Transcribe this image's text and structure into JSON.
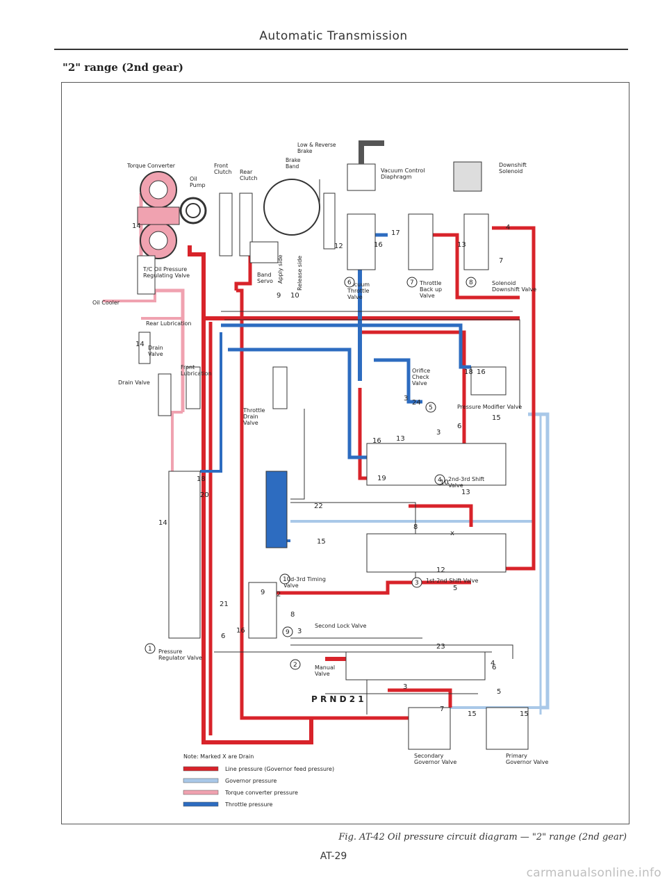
{
  "header": {
    "title": "Automatic Transmission"
  },
  "section": {
    "title": "\"2\" range (2nd gear)"
  },
  "diagram": {
    "labels": {
      "torque_converter": "Torque Converter",
      "oil_pump": [
        "Oil",
        "Pump"
      ],
      "front_clutch": [
        "Front",
        "Clutch"
      ],
      "rear_clutch": [
        "Rear",
        "Clutch"
      ],
      "low_reverse_brake": [
        "Low & Reverse",
        "Brake"
      ],
      "brake_band": [
        "Brake",
        "Band"
      ],
      "vacuum_control": [
        "Vacuum Control",
        "Diaphragm"
      ],
      "downshift_solenoid": [
        "Downshift",
        "Solenoid"
      ],
      "tc_regulating_valve": [
        "T/C Oil Pressure",
        "Regulating Valve"
      ],
      "oil_cooler": "Oil Cooler",
      "band_servo": [
        "Band",
        "Servo"
      ],
      "apply_side": "Apply side",
      "release_side": "Release side",
      "vacuum_throttle_valve": [
        "Vacuum",
        "Throttle",
        "Valve"
      ],
      "throttle_backup_valve": [
        "Throttle",
        "Back up",
        "Valve"
      ],
      "solenoid_downshift_valve": [
        "Solenoid",
        "Downshift Valve"
      ],
      "rear_lubrication": "Rear Lubrication",
      "drain_valve_small": [
        "Drain",
        "Valve"
      ],
      "drain_valve": "Drain Valve",
      "front_lubrication": [
        "Front",
        "Lubrication"
      ],
      "orifice_check_valve": [
        "Orifice",
        "Check",
        "Valve"
      ],
      "pressure_modifier_valve": "Pressure Modifier Valve",
      "throttle_drain_valve": [
        "Throttle",
        "Drain",
        "Valve"
      ],
      "shift_23_valve": [
        "2nd-3rd Shift",
        "Valve"
      ],
      "timing_23_valve": [
        "2nd-3rd Timing",
        "Valve"
      ],
      "shift_12_valve": "1st-2nd Shift Valve",
      "second_lock_valve": "Second Lock Valve",
      "pressure_regulator_valve": [
        "Pressure",
        "Regulator Valve"
      ],
      "manual_valve": [
        "Manual",
        "Valve"
      ],
      "prnd21": "P R N D 2 1",
      "secondary_governor": [
        "Secondary",
        "Governor Valve"
      ],
      "primary_governor": [
        "Primary",
        "Governor Valve"
      ]
    },
    "circled_numbers": [
      "1",
      "2",
      "3",
      "4",
      "5",
      "6",
      "7",
      "8",
      "9",
      "10"
    ],
    "line_numbers": [
      "14",
      "17",
      "16",
      "12",
      "4",
      "13",
      "7",
      "9",
      "10",
      "18",
      "16",
      "14",
      "3",
      "24",
      "15",
      "6",
      "3",
      "16",
      "13",
      "19",
      "10",
      "22",
      "18",
      "20",
      "14",
      "15",
      "13",
      "8",
      "12",
      "5",
      "9",
      "2",
      "8",
      "3",
      "21",
      "6",
      "16",
      "23",
      "4",
      "6",
      "5",
      "3",
      "7",
      "15",
      "15",
      "x"
    ],
    "legend": {
      "note": "Note:  Marked X are Drain",
      "items": [
        {
          "label": "Line pressure (Governor feed pressure)",
          "color": "#d8232a"
        },
        {
          "label": "Governor pressure",
          "color": "#a9c8e8"
        },
        {
          "label": "Torque converter pressure",
          "color": "#f0a2b0"
        },
        {
          "label": "Throttle pressure",
          "color": "#2d6cc0"
        }
      ]
    },
    "colors": {
      "line": "#d8232a",
      "governor": "#a9c8e8",
      "converter": "#f0a2b0",
      "throttle": "#2d6cc0"
    }
  },
  "caption": "Fig. AT-42  Oil pressure circuit diagram — \"2\" range (2nd gear)",
  "page_number": "AT-29",
  "watermark": "carmanualsonline.info"
}
